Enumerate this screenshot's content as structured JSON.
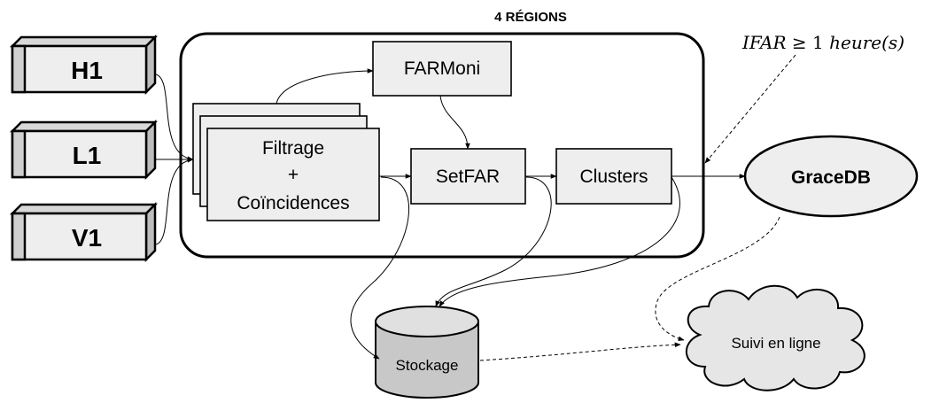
{
  "region_title": "4 RÉGIONS",
  "detectors": [
    {
      "id": "h1",
      "label": "H1"
    },
    {
      "id": "l1",
      "label": "L1"
    },
    {
      "id": "v1",
      "label": "V1"
    }
  ],
  "nodes": {
    "filtrage": {
      "line1": "Filtrage",
      "line2": "+",
      "line3": "Coïncidences"
    },
    "farmoni": "FARMoni",
    "setfar": "SetFAR",
    "clusters": "Clusters",
    "gracedb": "GraceDB",
    "stockage": "Stockage",
    "suivi": "Suivi en ligne"
  },
  "annotation": {
    "ifar": "IFAR",
    "geq": "≥",
    "value": "1",
    "unit": "heure",
    "suffix": "(s)"
  }
}
